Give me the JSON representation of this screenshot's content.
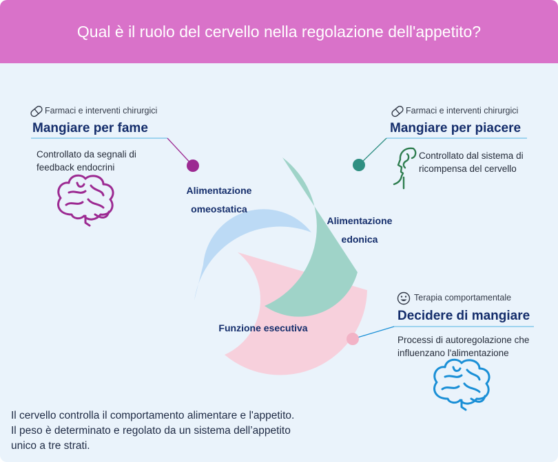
{
  "title": "Qual è il ruolo del cervello nella regolazione dell'appetito?",
  "segments": {
    "homeostatic": "Alimentazione omeostatica",
    "hedonic": "Alimentazione edonica",
    "executive": "Funzione esecutiva"
  },
  "left": {
    "tag": "Farmaci e interventi chirurgici",
    "heading": "Mangiare per fame",
    "description": "Controllato da segnali di feedback endocrini",
    "color": "#9c2a92"
  },
  "right": {
    "tag": "Farmaci e interventi chirurgici",
    "heading": "Mangiare per piacere",
    "description": "Controllato dal sistema di ricompensa del cervello",
    "color": "#2f8f82"
  },
  "bottom_right": {
    "tag": "Terapia comportamentale",
    "heading": "Decidere di mangiare",
    "description": "Processi di autoregolazione che influenzano l'alimentazione",
    "color": "#1a8fd6"
  },
  "footer": "Il cervello controlla il comportamento alimentare e l'appetito. Il peso è determinato e regolato da un sistema dell’appetito unico a tre strati.",
  "colors": {
    "header": "#d972c9",
    "background": "#eaf3fb",
    "blue_segment": "#bcdaf5",
    "teal_segment": "#9fd3c8",
    "pink_segment": "#f7d0dc",
    "heading_text": "#142d6b"
  }
}
